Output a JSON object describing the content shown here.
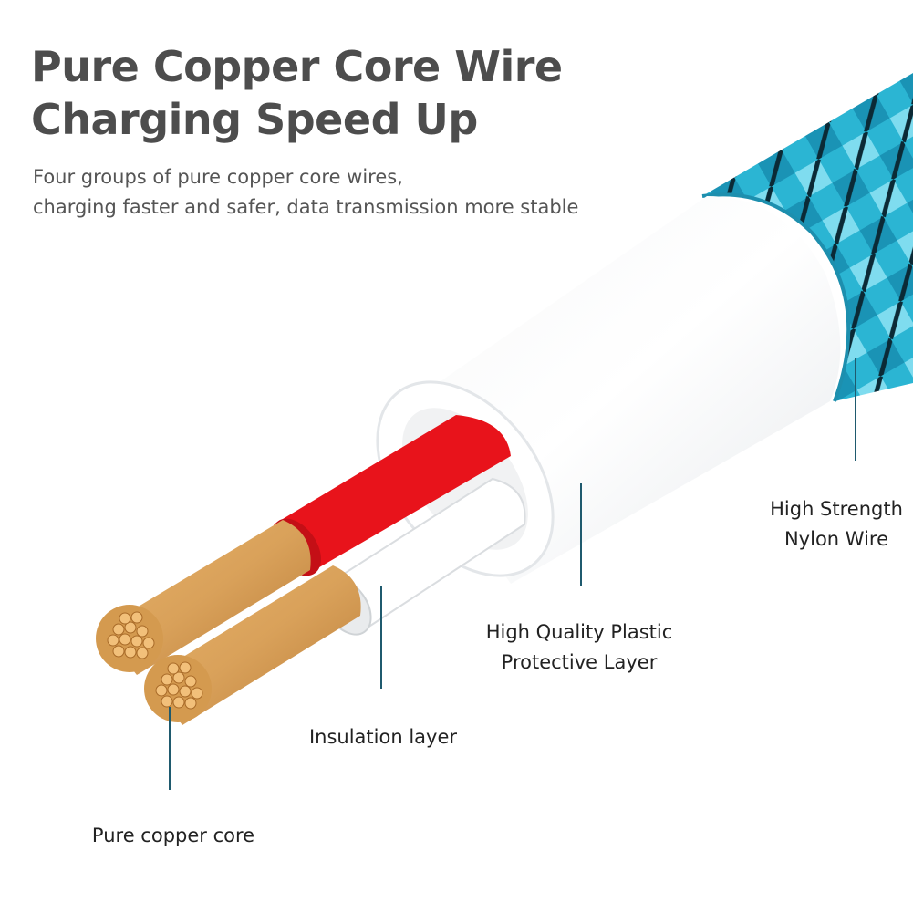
{
  "header": {
    "title_line1": "Pure Copper Core Wire",
    "title_line2": "Charging Speed Up",
    "subtitle_line1": "Four groups of pure copper core wires,",
    "subtitle_line2": "charging faster and safer, data transmission more stable"
  },
  "labels": {
    "nylon_line1": "High Strength",
    "nylon_line2": "Nylon Wire",
    "plastic_line1": "High Quality Plastic",
    "plastic_line2": "Protective Layer",
    "insulation": "Insulation layer",
    "copper": "Pure copper core"
  },
  "colors": {
    "title": "#4d4d4d",
    "nylon": "#2bb5d3",
    "insulation_red": "#e8131b",
    "insulation_white": "#ffffff",
    "copper": "#d9a15a",
    "leader_line": "#1f5a6e"
  }
}
